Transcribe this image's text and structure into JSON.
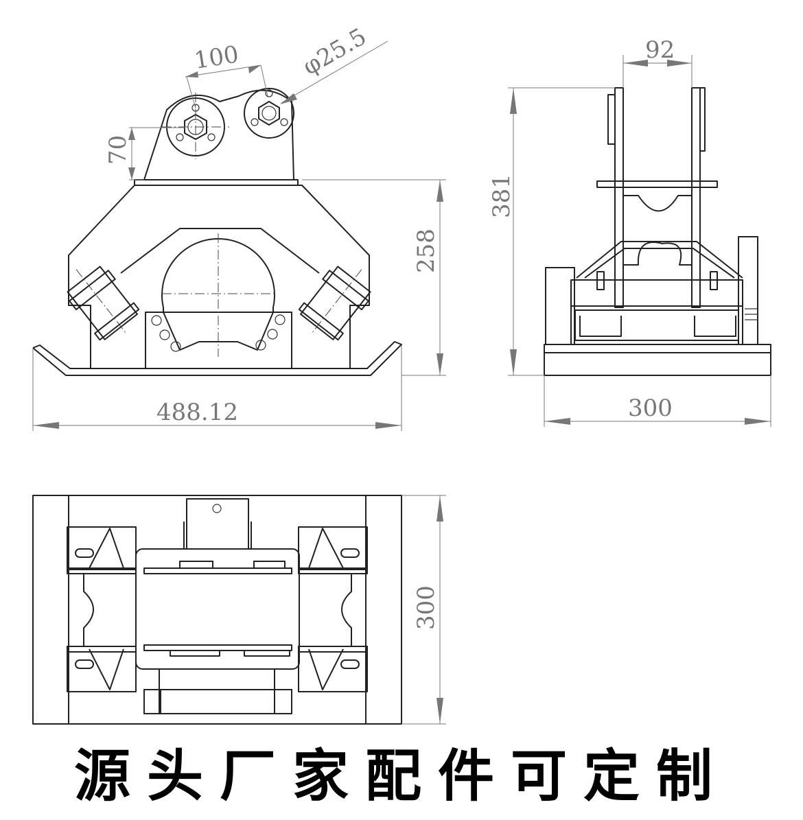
{
  "dimensions": {
    "hole_spacing": "100",
    "pin_diameter": "φ25.5",
    "pin_offset": "70",
    "body_height": "258",
    "plate_length": "488.12",
    "side_top_width": "92",
    "total_height": "381",
    "side_plate_width": "300",
    "top_plate_width": "300"
  },
  "tagline": "源头厂家配件可定制"
}
